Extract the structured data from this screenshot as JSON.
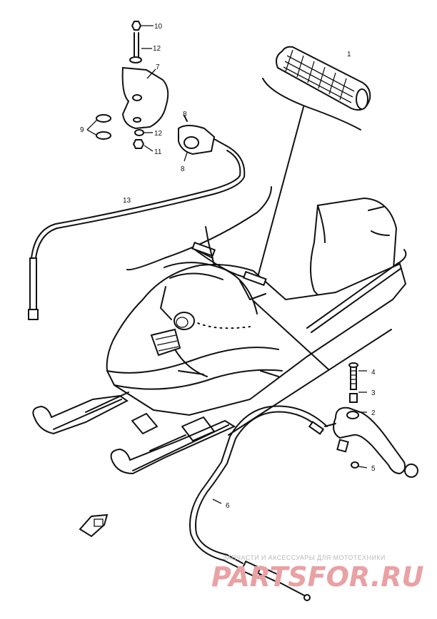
{
  "callouts": {
    "n1": "1",
    "n2": "2",
    "n3": "3",
    "n4": "4",
    "n5": "5",
    "n6": "6",
    "n7": "7",
    "n8a": "8",
    "n8b": "8",
    "n9": "9",
    "n10": "10",
    "n11": "11",
    "n12a": "12",
    "n12b": "12",
    "n13": "13"
  },
  "watermark": {
    "tagline": "ЗАПЧАСТИ И АКСЕССУАРЫ ДЛЯ МОТОТЕХНИКИ",
    "logo": "PARTSFOR.RU"
  },
  "colors": {
    "line": "#111111",
    "watermark_logo": "#e9a1a4",
    "watermark_text": "#b9b9b9"
  }
}
